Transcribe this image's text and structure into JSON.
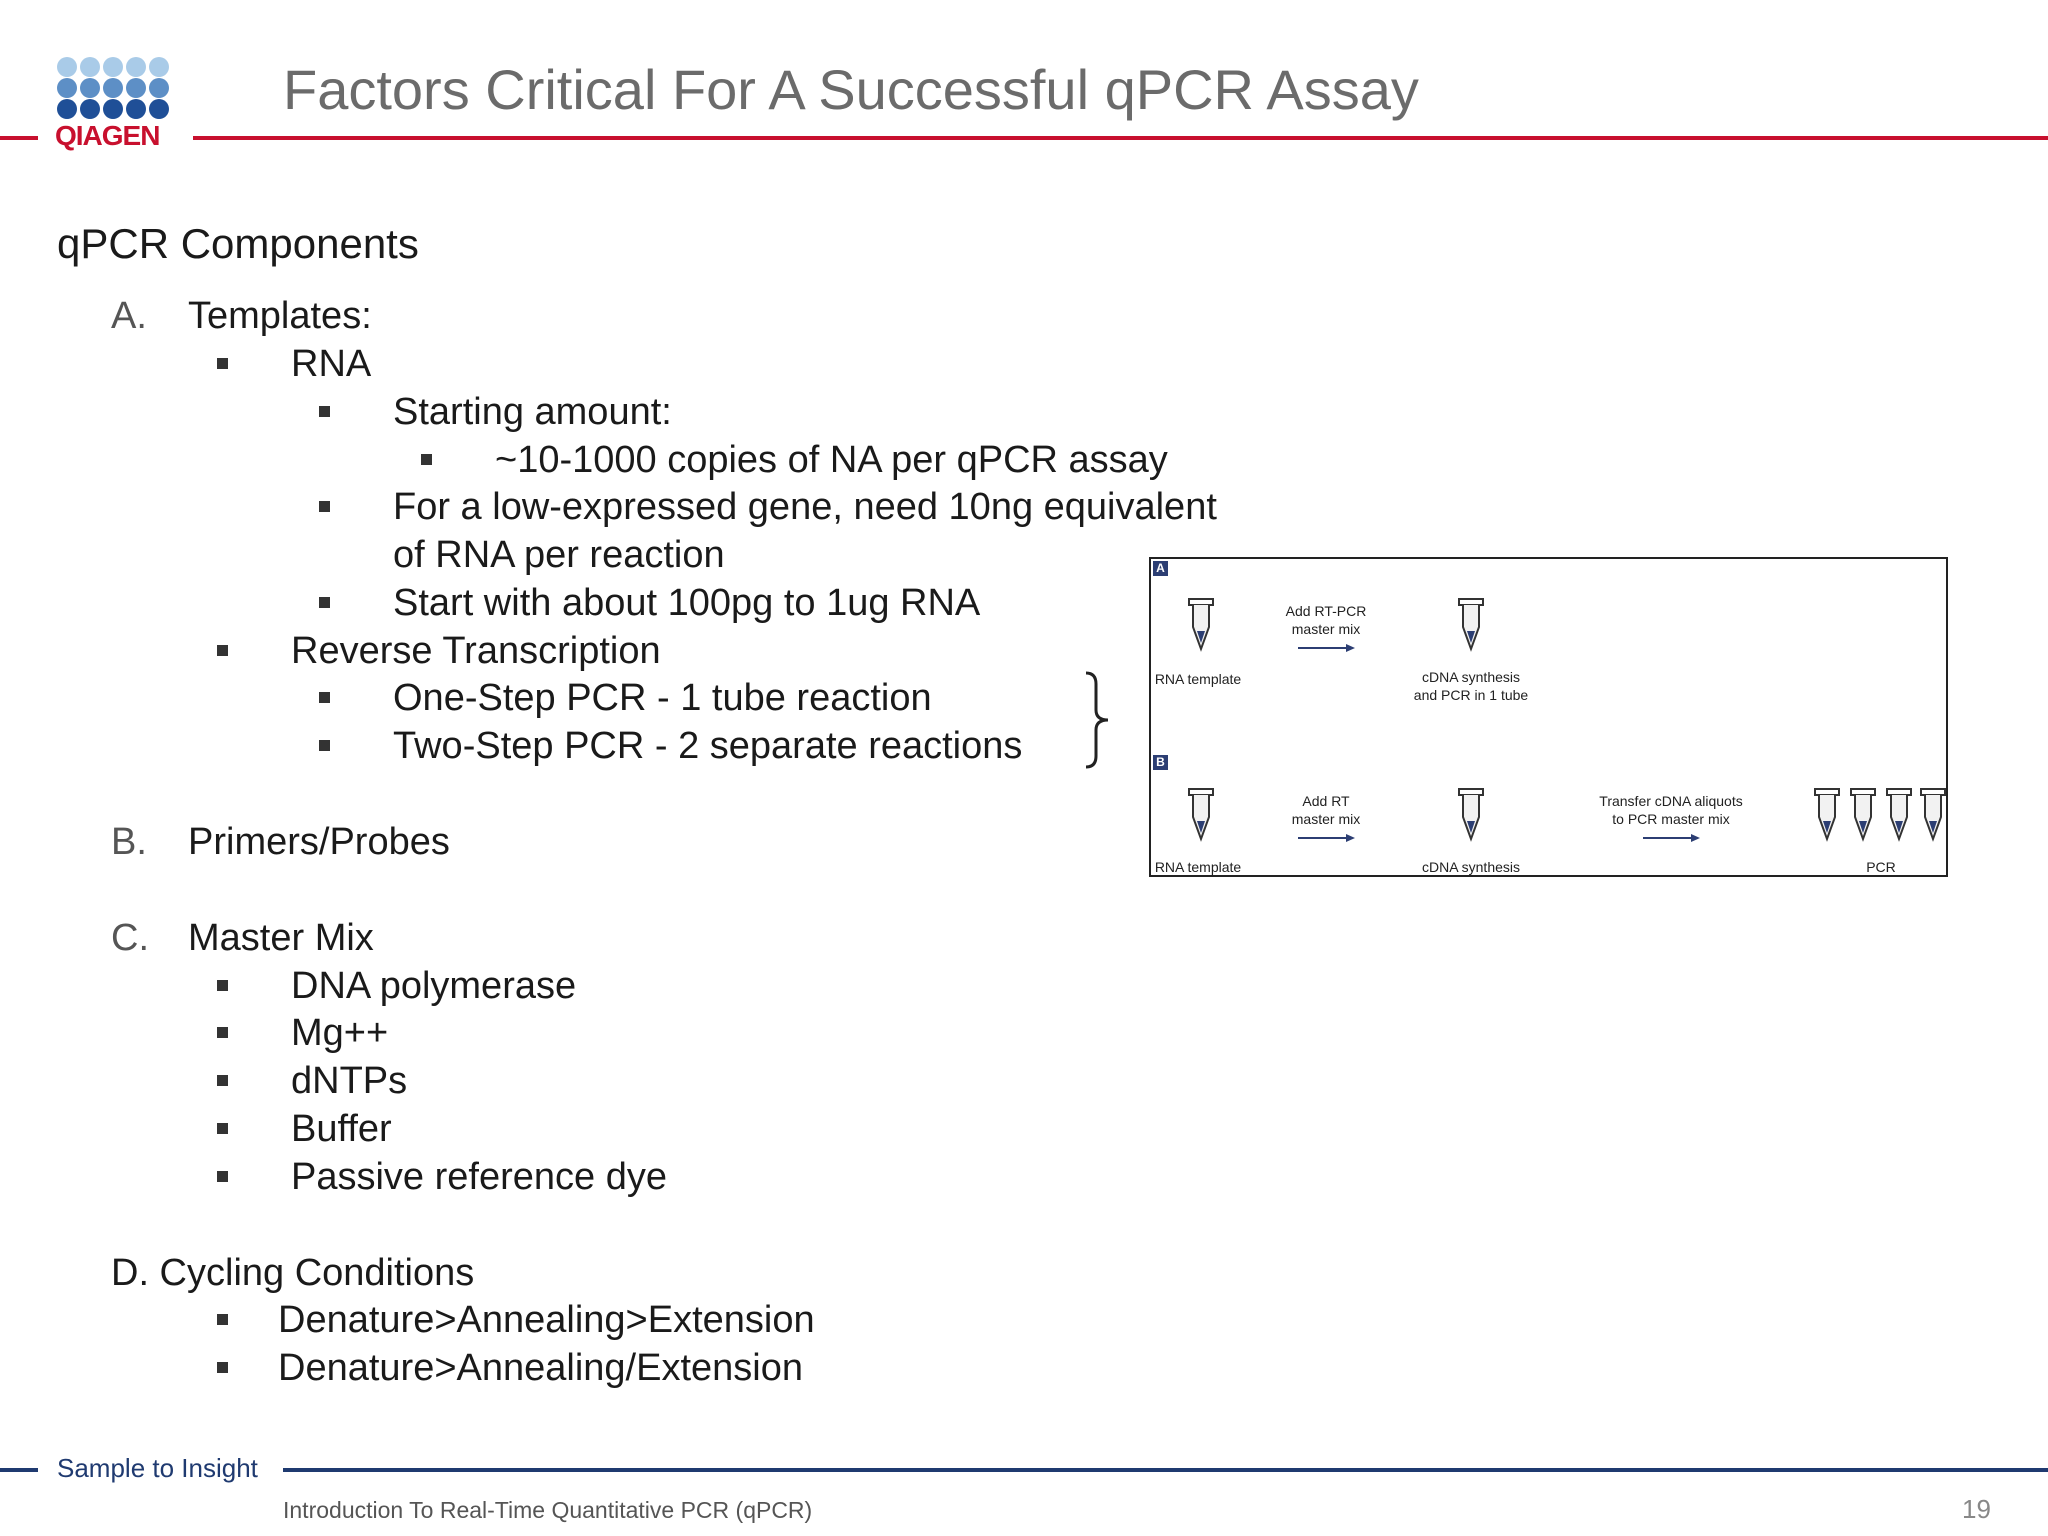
{
  "header": {
    "logo_text": "QIAGEN",
    "title": "Factors Critical For A Successful qPCR Assay",
    "accent_color": "#c8102e"
  },
  "section_heading": "qPCR Components",
  "sections": {
    "a": {
      "letter": "A.",
      "title": "Templates:",
      "rna": "RNA",
      "starting_amount": "Starting amount:",
      "copies": "~10-1000 copies of NA per qPCR assay",
      "low_expressed_1": "For a low-expressed gene, need 10ng equivalent",
      "low_expressed_2": "of RNA per reaction",
      "start_with": "Start with about 100pg to 1ug RNA",
      "reverse_transcription": "Reverse Transcription",
      "one_step": "One-Step PCR - 1 tube reaction",
      "two_step": "Two-Step PCR - 2 separate reactions"
    },
    "b": {
      "letter": "B.",
      "title": "Primers/Probes"
    },
    "c": {
      "letter": "C.",
      "title": "Master Mix",
      "items": [
        "DNA polymerase",
        "Mg++",
        "dNTPs",
        "Buffer",
        "Passive reference dye"
      ]
    },
    "d": {
      "title": "D. Cycling Conditions",
      "items": [
        "Denature>Annealing>Extension",
        "Denature>Annealing/Extension"
      ]
    }
  },
  "diagram": {
    "panel_a": {
      "tag": "A",
      "template_label": "RNA template",
      "arrow_label_1": "Add RT-PCR",
      "arrow_label_2": "master mix",
      "result_label_1": "cDNA synthesis",
      "result_label_2": "and PCR in 1 tube"
    },
    "panel_b": {
      "tag": "B",
      "template_label": "RNA template",
      "arrow1_label_1": "Add RT",
      "arrow1_label_2": "master mix",
      "mid_label": "cDNA synthesis",
      "arrow2_label_1": "Transfer cDNA aliquots",
      "arrow2_label_2": "to PCR master mix",
      "pcr_label": "PCR"
    }
  },
  "footer": {
    "tagline": "Sample to Insight",
    "subtitle": "Introduction To Real-Time Quantitative PCR (qPCR)",
    "page_number": "19",
    "accent_color": "#1f3a70"
  }
}
